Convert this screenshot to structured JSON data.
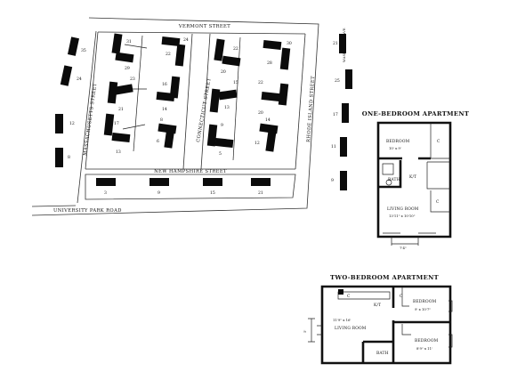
{
  "site_plan": {
    "streets": {
      "north": "VERMONT STREET",
      "west": "MASSACHUSETTS STREET",
      "center": "CONNECTICUT STREET",
      "east": "RHODE ISLAND STREET",
      "south": "NEW HAMPSHIRE STREET",
      "road": "UNIVERSITY PARK ROAD",
      "far_east": "WASHINGTON AVE"
    },
    "numbers": {
      "b1": "31",
      "b2": "29",
      "b3": "23",
      "b4": "21",
      "b5": "17",
      "b6": "13",
      "b7": "24",
      "b8": "22",
      "b9": "16",
      "b10": "14",
      "b11": "8",
      "b12": "6",
      "b13": "22",
      "b14": "20",
      "b15": "15",
      "b16": "13",
      "b17": "9",
      "b18": "5",
      "b19": "30",
      "b20": "28",
      "b21": "22",
      "b22": "20",
      "b23": "14",
      "b24": "12",
      "w1": "35",
      "w2": "24",
      "w3": "12",
      "w4": "8",
      "s1": "3",
      "s2": "9",
      "s3": "15",
      "s4": "21",
      "e1": "21",
      "e2": "25",
      "e3": "17",
      "e4": "11",
      "e5": "9"
    }
  },
  "one_bedroom": {
    "title": "ONE-BEDROOM APARTMENT",
    "bedroom": "BEDROOM",
    "bedroom_dim": "10' x 9'",
    "closet": "C",
    "bath": "BATH",
    "kitchen": "K/T",
    "living": "LIVING ROOM",
    "living_dim": "13'11\" x 10'10\"",
    "closet2": "C",
    "width_dim": "7'4\""
  },
  "two_bedroom": {
    "title": "TWO-BEDROOM APARTMENT",
    "kitchen": "K/T",
    "closet_a": "C",
    "closet_b": "C",
    "bedroom_a": "BEDROOM",
    "bedroom_a_dim": "9' x 10'7\"",
    "living": "LIVING ROOM",
    "living_dim": "11'9\" x 16'",
    "bedroom_b": "BEDROOM",
    "bedroom_b_dim": "8'9\" x 11'",
    "bath": "BATH",
    "side_dim": "5'"
  }
}
